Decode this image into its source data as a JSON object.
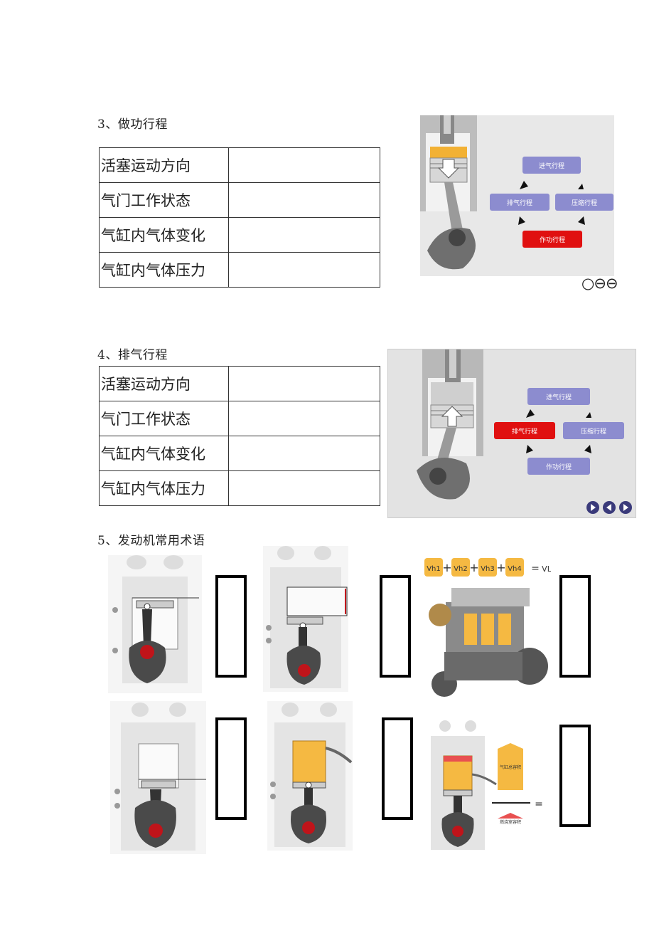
{
  "section3": {
    "heading": "3、做功行程",
    "rows": [
      "活塞运动方向",
      "气门工作状态",
      "气缸内气体变化",
      "气缸内气体压力"
    ],
    "diagram": {
      "top": "进气行程",
      "left": "排气行程",
      "right": "压缩行程",
      "bottom": "作功行程",
      "active": "bottom"
    }
  },
  "section4": {
    "heading": "4、排气行程",
    "rows": [
      "活塞运动方向",
      "气门工作状态",
      "气缸内气体变化",
      "气缸内气体压力"
    ],
    "diagram": {
      "top": "进气行程",
      "left": "排气行程",
      "right": "压缩行程",
      "bottom": "作功行程",
      "active": "left"
    }
  },
  "section5": {
    "heading": "5、发动机常用术语",
    "formula": {
      "terms": [
        "Vh1",
        "Vh2",
        "Vh3",
        "Vh4"
      ],
      "equals": "=",
      "result": "VL"
    },
    "ratio_labels": {
      "top": "气缸总容积",
      "bottom": "燃烧室容积"
    }
  },
  "colors": {
    "active": "#e01010",
    "inactive": "#8c8ccf",
    "panel": "#e6e6e6"
  }
}
